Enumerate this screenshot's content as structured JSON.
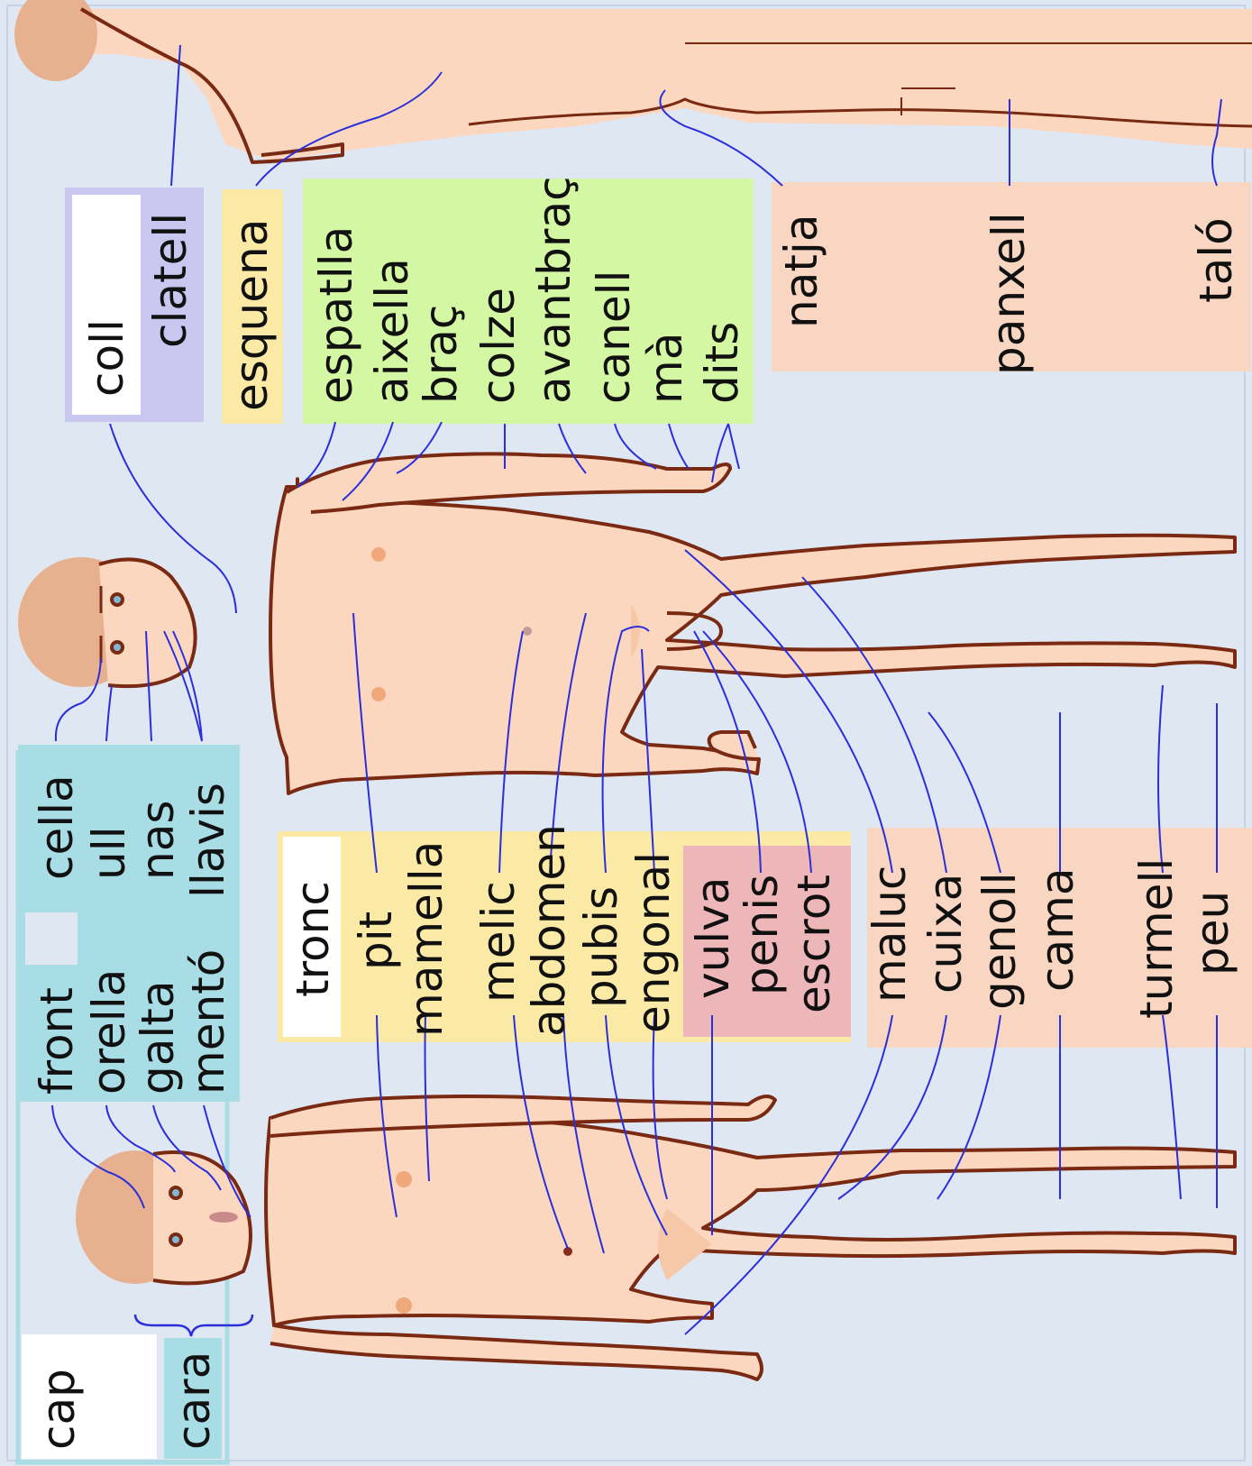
{
  "groups": {
    "head": "cap",
    "face": "cara",
    "neck": "coll",
    "trunk": "tronc"
  },
  "head_labels": [
    "cella",
    "ull",
    "nas",
    "llavis",
    "front",
    "orella",
    "galta",
    "mentó"
  ],
  "neck_labels": [
    "clatell",
    "esquena"
  ],
  "arm_labels": [
    "espatlla",
    "aixella",
    "braç",
    "colze",
    "avantbraç",
    "canell",
    "mà",
    "dits"
  ],
  "back_leg_labels": [
    "natja",
    "panxell",
    "taló"
  ],
  "trunk_labels": [
    "pit",
    "mamella",
    "melic",
    "abdomen",
    "pubis",
    "engonal"
  ],
  "genital_labels": [
    "vulva",
    "penis",
    "escrot"
  ],
  "leg_labels": [
    "maluc",
    "cuixa",
    "genoll",
    "cama",
    "turmell",
    "peu"
  ],
  "colors": {
    "background": "#dfe7f3",
    "head_box": "#a9dde6",
    "neck_box": "#c9c6f0",
    "back_box": "#fbeaa6",
    "arm_box": "#d4f7a3",
    "trunk_box": "#fbeaa6",
    "genital_box": "#edb6b9",
    "leg_box": "#f8d6c1",
    "skin": "#fbd7c0",
    "outline": "#7a2a12",
    "leader": "#2b2fd9"
  }
}
